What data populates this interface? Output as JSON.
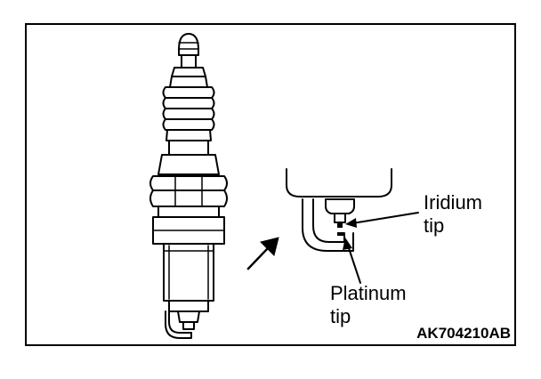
{
  "labels": {
    "iridium_line1": "Iridium",
    "iridium_line2": "tip",
    "platinum_line1": "Platinum",
    "platinum_line2": "tip",
    "figure_code": "AK704210AB"
  }
}
